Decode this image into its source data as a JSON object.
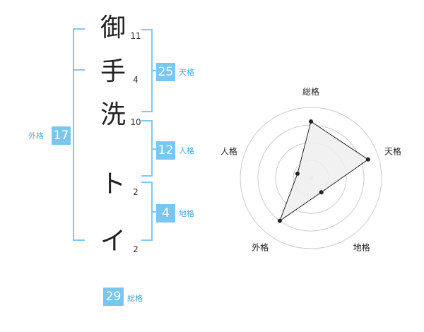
{
  "name": {
    "chars": [
      {
        "char": "御",
        "strokes": "11"
      },
      {
        "char": "手",
        "strokes": "4"
      },
      {
        "char": "洗",
        "strokes": "10"
      },
      {
        "char": "ト",
        "strokes": "2"
      },
      {
        "char": "イ",
        "strokes": "2"
      }
    ]
  },
  "kakusu": {
    "tenkaku": {
      "value": "25",
      "label": "天格"
    },
    "jinkaku": {
      "value": "12",
      "label": "人格"
    },
    "chikaku": {
      "value": "4",
      "label": "地格"
    },
    "gaikaku": {
      "value": "17",
      "label": "外格"
    },
    "soukaku": {
      "value": "29",
      "label": "総格"
    }
  },
  "colors": {
    "badge": "#79c7f1",
    "bracket": "#7fc8f2",
    "label": "#4aa8dc",
    "radar_fill": "#eeeeee",
    "radar_line": "#222222",
    "ring": "#cccccc"
  },
  "chart_data": {
    "type": "radar",
    "axes": [
      "総格",
      "天格",
      "地格",
      "外格",
      "人格"
    ],
    "values": [
      0.8,
      0.85,
      0.25,
      0.75,
      0.2
    ],
    "range": [
      0,
      1
    ],
    "rings": 4
  }
}
